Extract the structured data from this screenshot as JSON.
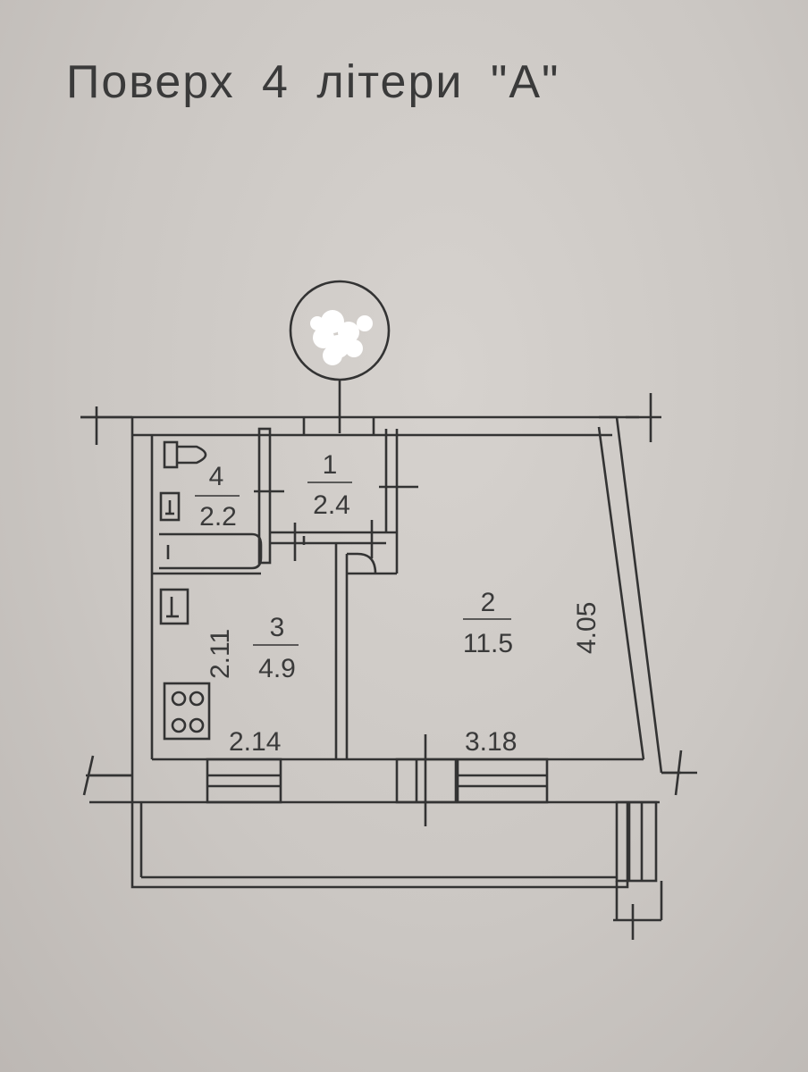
{
  "title": "Поверх 4 літери \"А\"",
  "rooms": [
    {
      "number": "1",
      "area": "2.4"
    },
    {
      "number": "2",
      "area": "11.5"
    },
    {
      "number": "3",
      "area": "4.9"
    },
    {
      "number": "4",
      "area": "2.2"
    }
  ],
  "dimensions": {
    "room3_width": "2.14",
    "room3_height": "2.11",
    "room2_width": "3.18",
    "room2_height": "4.05"
  }
}
